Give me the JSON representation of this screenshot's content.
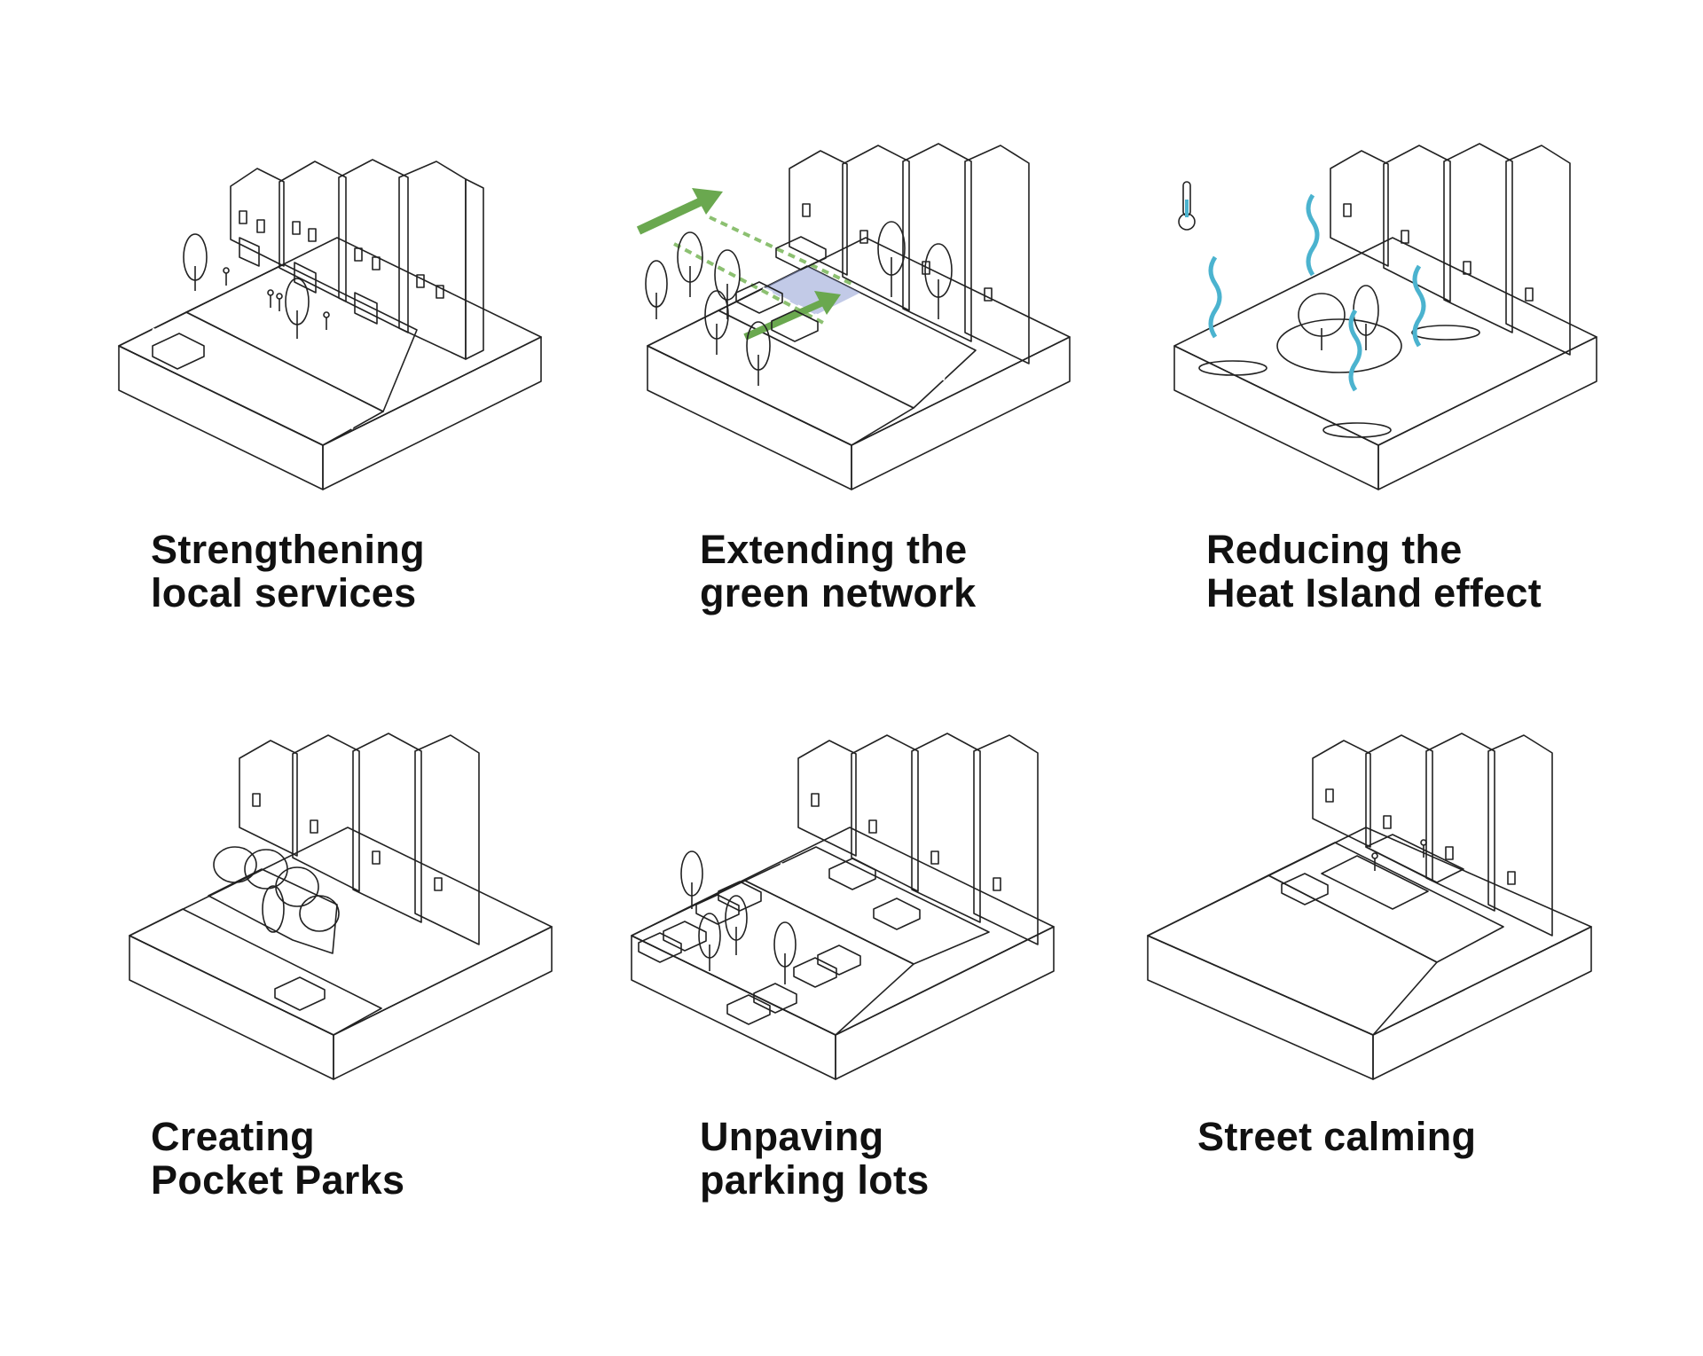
{
  "panels": [
    {
      "id": "strengthening-local-services",
      "line1": "Strengthening",
      "line2": "local services"
    },
    {
      "id": "extending-green-network",
      "line1": "Extending the",
      "line2": "green network"
    },
    {
      "id": "reducing-heat-island",
      "line1": "Reducing the",
      "line2": "Heat Island effect"
    },
    {
      "id": "creating-pocket-parks",
      "line1": "Creating",
      "line2": "Pocket Parks"
    },
    {
      "id": "unpaving-parking-lots",
      "line1": "Unpaving",
      "line2": "parking lots"
    },
    {
      "id": "street-calming",
      "line1": "Street calming",
      "line2": ""
    }
  ],
  "colors": {
    "road": "#a6a6a8",
    "yellow_zone": "#e9e8a6",
    "green_zone": "#cfe0bd",
    "gravel": "#eeeed2",
    "tree_dark": "#6f9a59",
    "tree_olive": "#a9a94b",
    "heat_blue": "#4bb3cf",
    "crossing_yellow": "#f2ef9a",
    "line": "#222222"
  },
  "icons": [
    "building-row",
    "tree",
    "car",
    "person",
    "arrow",
    "thermometer-icon",
    "heat-wave"
  ]
}
